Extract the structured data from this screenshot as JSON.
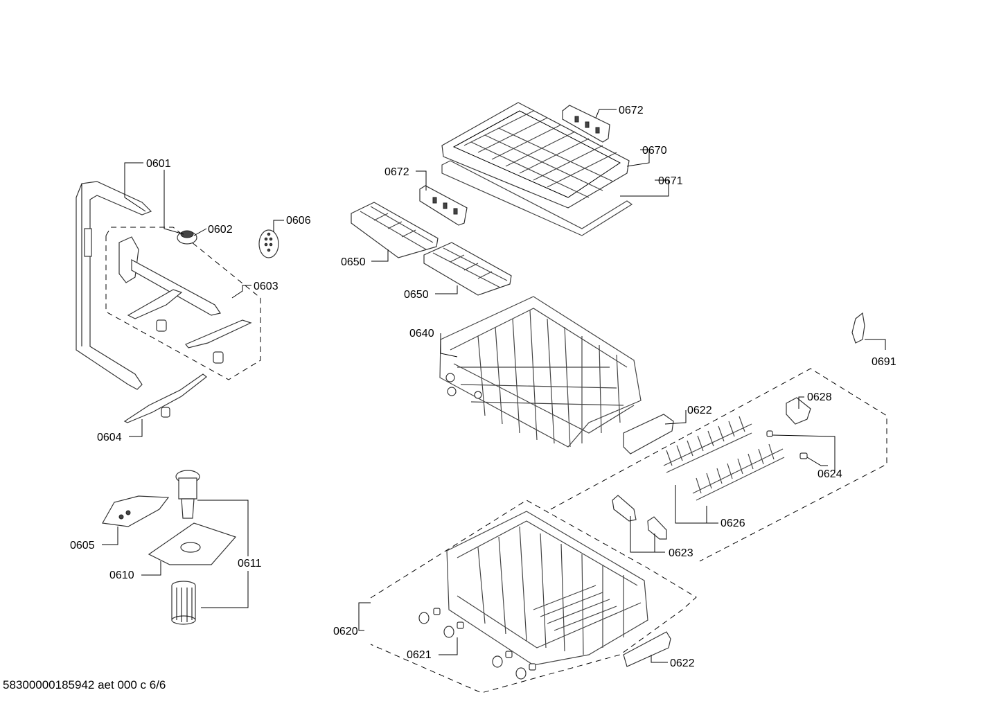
{
  "labels": {
    "p0601": "0601",
    "p0602": "0602",
    "p0603": "0603",
    "p0604": "0604",
    "p0605": "0605",
    "p0606": "0606",
    "p0610": "0610",
    "p0611": "0611",
    "p0620": "0620",
    "p0621": "0621",
    "p0622a": "0622",
    "p0622b": "0622",
    "p0623": "0623",
    "p0624": "0624",
    "p0626": "0626",
    "p0628": "0628",
    "p0640": "0640",
    "p0650a": "0650",
    "p0650b": "0650",
    "p0670": "0670",
    "p0671": "0671",
    "p0672a": "0672",
    "p0672b": "0672",
    "p0691": "0691"
  },
  "footer": "58300000185942 aet 000 c 6/6"
}
